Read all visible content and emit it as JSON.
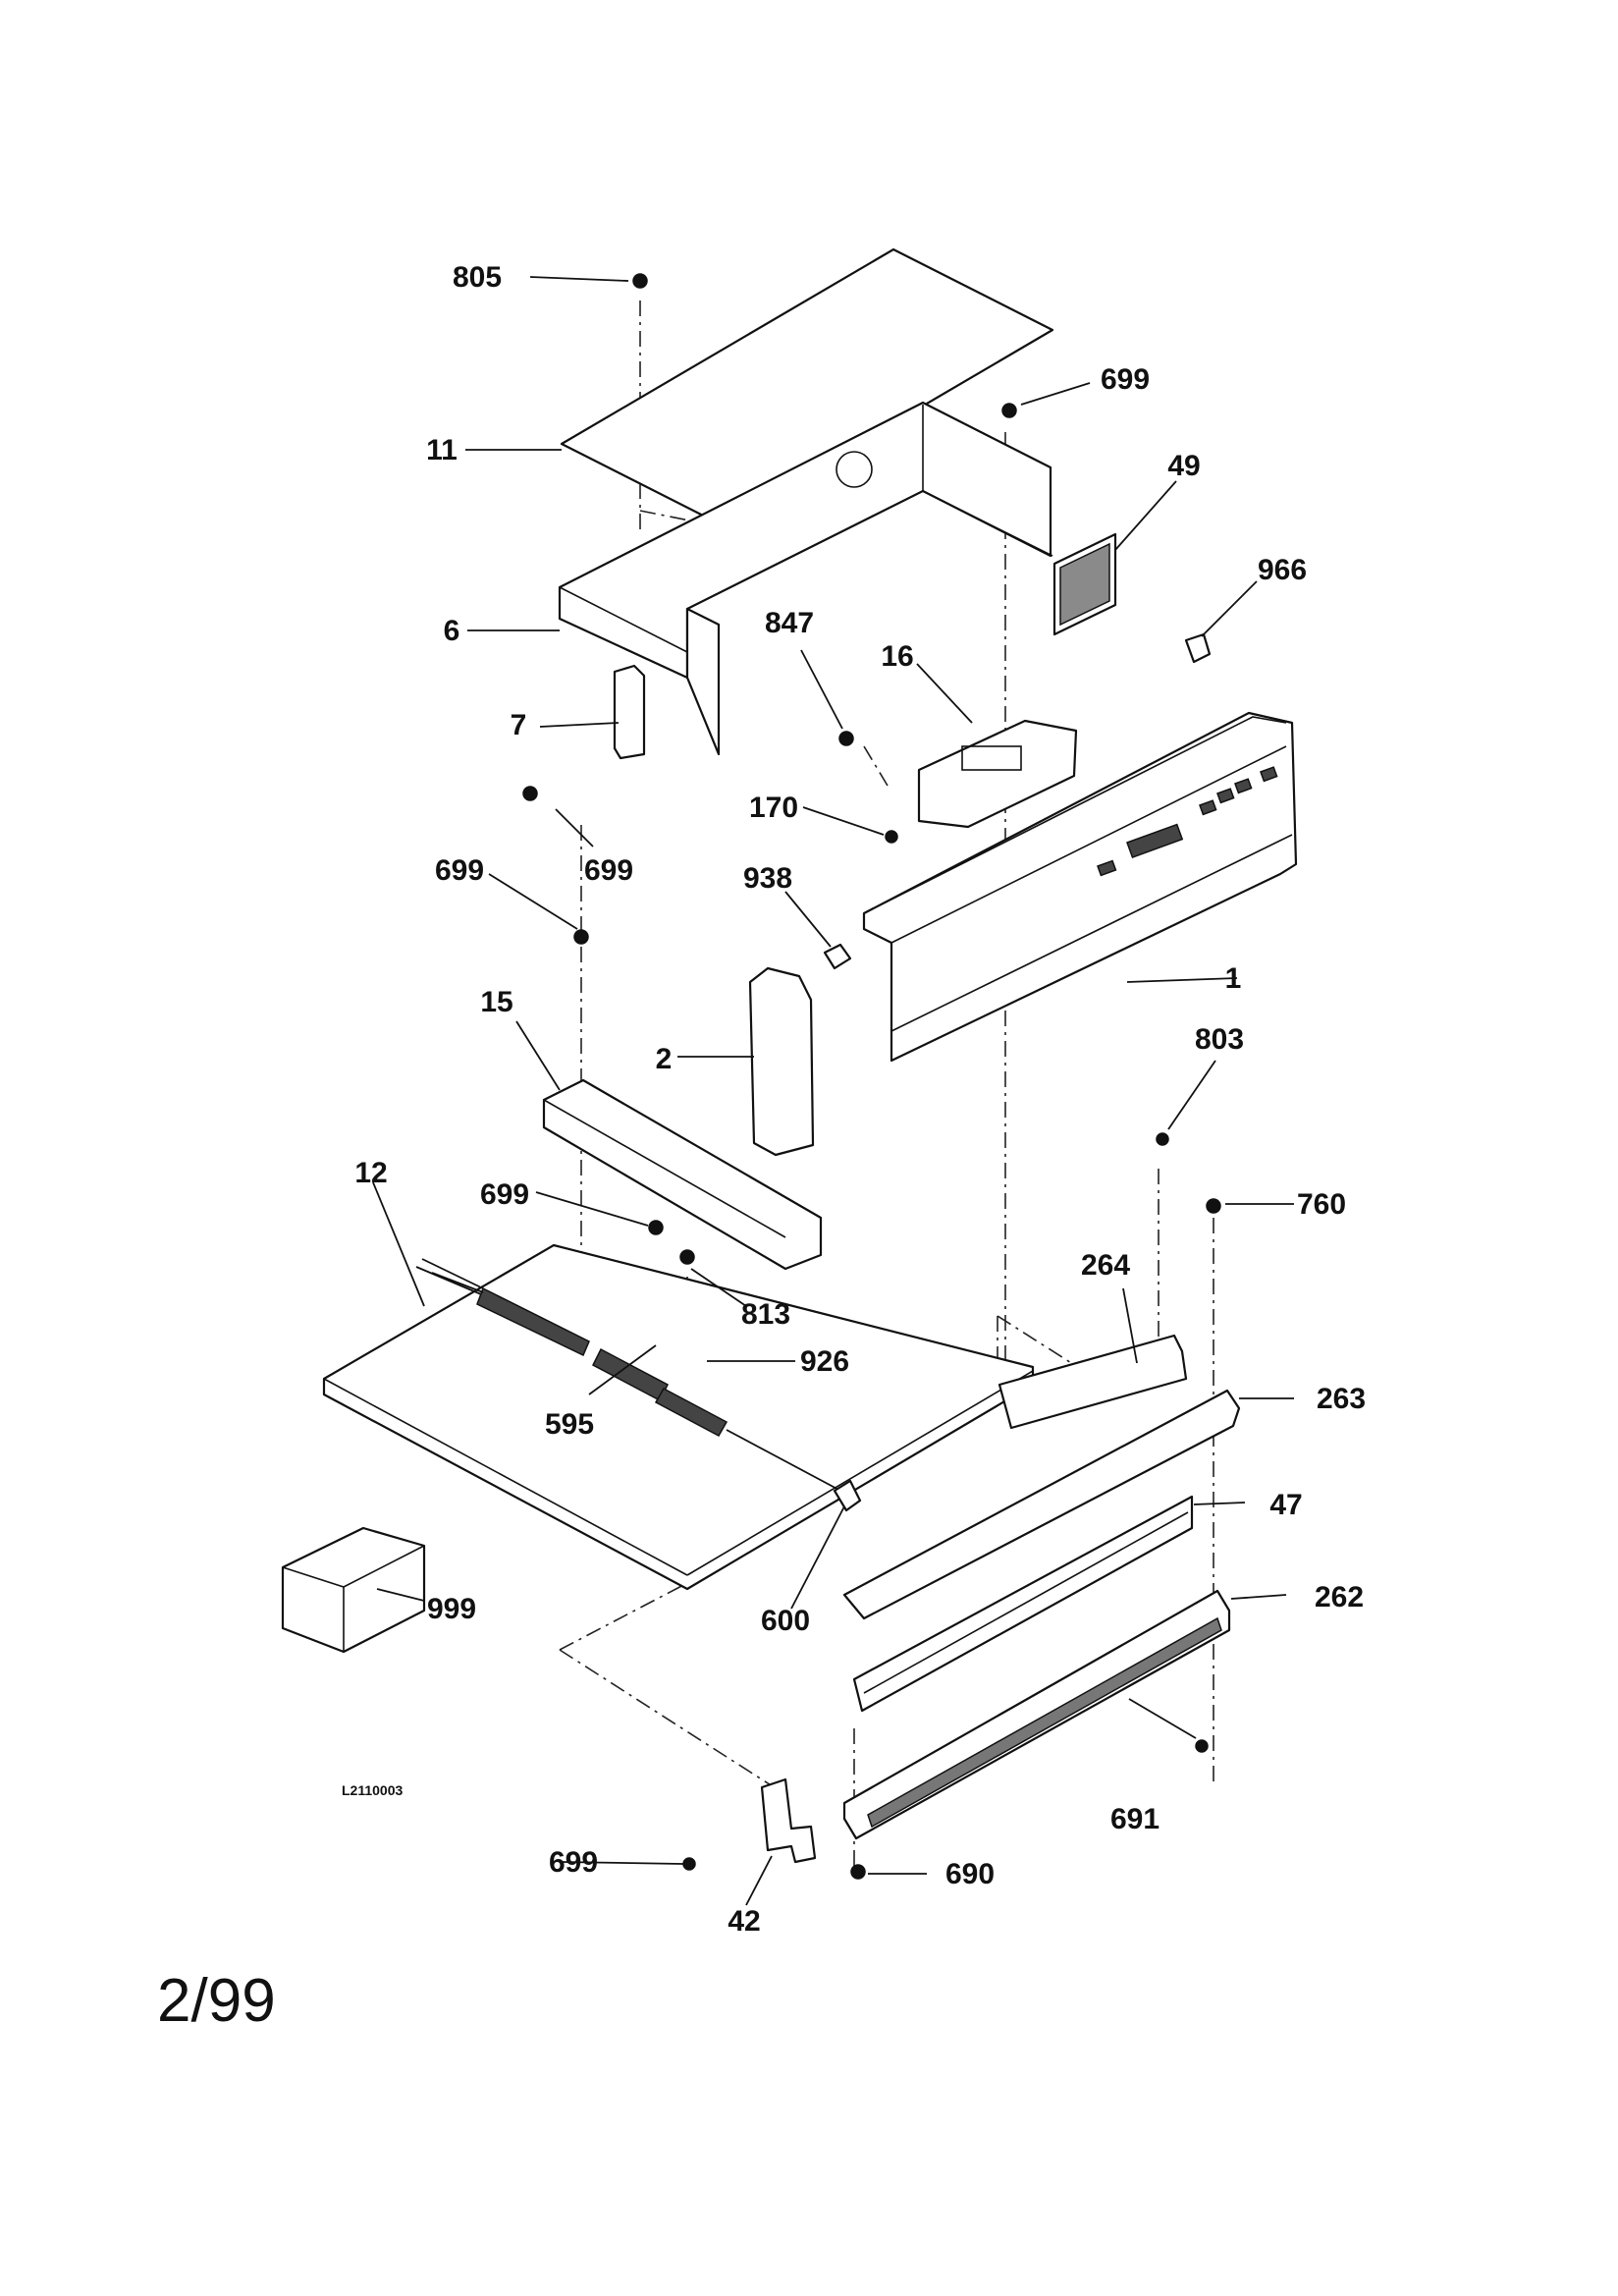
{
  "diagram": {
    "callouts": [
      {
        "label": "805"
      },
      {
        "label": "11"
      },
      {
        "label": "699"
      },
      {
        "label": "49"
      },
      {
        "label": "966"
      },
      {
        "label": "6"
      },
      {
        "label": "847"
      },
      {
        "label": "16"
      },
      {
        "label": "7"
      },
      {
        "label": "699"
      },
      {
        "label": "170"
      },
      {
        "label": "699"
      },
      {
        "label": "938"
      },
      {
        "label": "1"
      },
      {
        "label": "15"
      },
      {
        "label": "2"
      },
      {
        "label": "803"
      },
      {
        "label": "12"
      },
      {
        "label": "699"
      },
      {
        "label": "760"
      },
      {
        "label": "813"
      },
      {
        "label": "264"
      },
      {
        "label": "926"
      },
      {
        "label": "263"
      },
      {
        "label": "595"
      },
      {
        "label": "47"
      },
      {
        "label": "999"
      },
      {
        "label": "600"
      },
      {
        "label": "262"
      },
      {
        "label": "691"
      },
      {
        "label": "699"
      },
      {
        "label": "690"
      },
      {
        "label": "42"
      }
    ],
    "drawing_code": "L2110003",
    "date": "2/99"
  }
}
